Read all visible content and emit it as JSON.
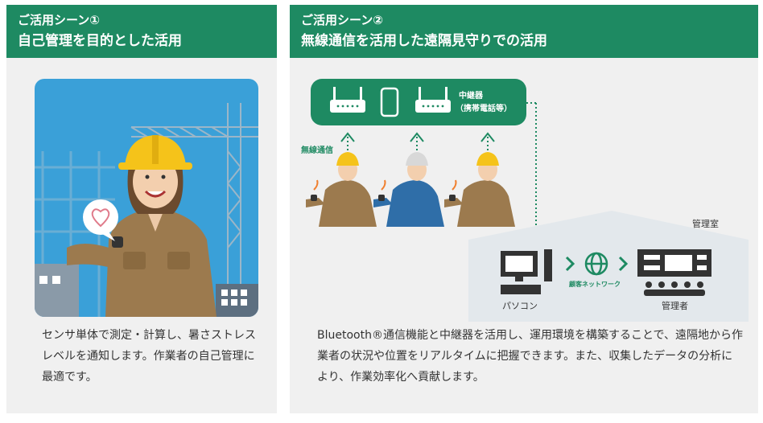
{
  "scene1": {
    "heading_line1": "ご活用シーン①",
    "heading_line2": "自己管理を目的とした活用",
    "description": "センサ単体で測定・計算し、暑さストレスレベルを通知します。作業者の自己管理に最適です。"
  },
  "scene2": {
    "heading_line1": "ご活用シーン②",
    "heading_line2": "無線通信を活用した遠隔見守りでの活用",
    "repeater_label_line1": "中継器",
    "repeater_label_line2": "（携帯電話等）",
    "wireless_label": "無線通信",
    "control_room_label": "管理室",
    "pc_label": "パソコン",
    "network_label": "顧客ネットワーク",
    "manager_label": "管理者",
    "description": "Bluetooth®通信機能と中継器を活用し、運用環境を構築することで、遠隔地から作業者の状況や位置をリアルタイムに把握できます。また、収集したデータの分析により、作業効率化へ貢献します。"
  },
  "colors": {
    "header_green": "#1e8a62",
    "panel_bg": "#f0f0f0",
    "sky_blue": "#3aa0d8",
    "helmet_yellow": "#f5c31a",
    "uniform_brown": "#9c7a4e"
  }
}
